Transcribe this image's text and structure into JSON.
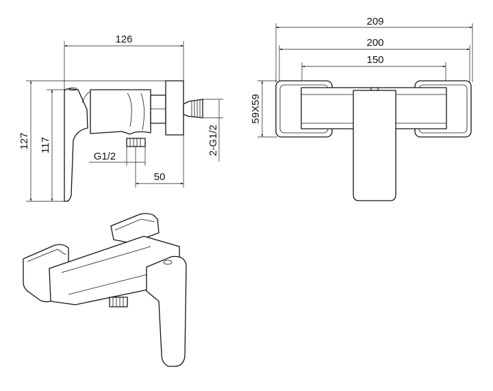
{
  "side_view": {
    "width_dim": "126",
    "height_dim_total": "127",
    "height_dim_handle": "117",
    "outlet_thread": "G1/2",
    "inlet_thread": "2-G1/2",
    "outlet_offset": "50"
  },
  "front_view": {
    "overall_width": "209",
    "plate_span": "200",
    "center_distance": "150",
    "plate_size": "59X59"
  }
}
